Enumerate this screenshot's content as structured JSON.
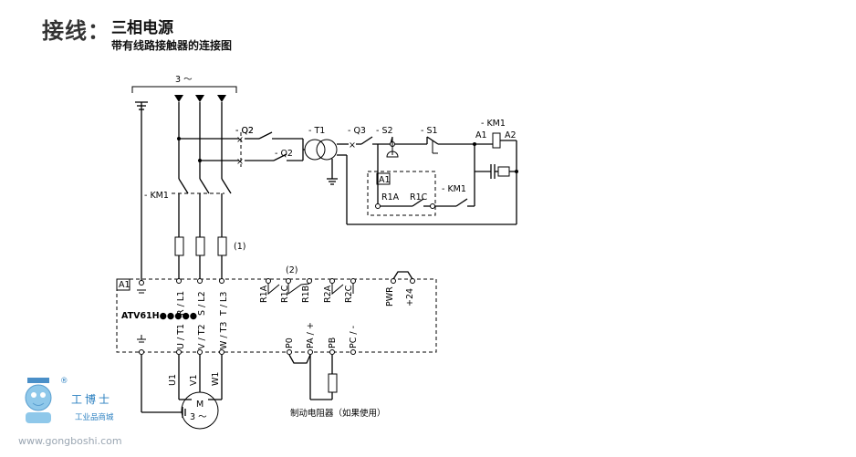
{
  "header": {
    "main": "接线：",
    "sub": "三相电源",
    "subtitle": "带有线路接触器的连接图"
  },
  "diagram": {
    "supply": "3 ～",
    "q2": "- Q2",
    "q2b": "- Q2",
    "t1": "- T1",
    "q3": "- Q3",
    "s2": "- S2",
    "s1": "- S1",
    "km1_coil": "- KM1",
    "a1": "A1",
    "a2": "A2",
    "km1_main": "- KM1",
    "km1_aux": "- KM1",
    "relay_box": "A1",
    "r1a_box": "R1A",
    "r1c_box": "R1C",
    "note1": "(1)",
    "note2": "(2)",
    "drive_box": "A1",
    "drive_model": "ATV61H●●●●●",
    "terminals_top": [
      "R / L1",
      "S / L2",
      "T / L3"
    ],
    "relay_terms": [
      "R1A",
      "R1C",
      "R1B",
      "R2A",
      "R2C"
    ],
    "power_terms": [
      "PWR",
      "+24"
    ],
    "terminals_bottom": [
      "U / T1",
      "V / T2",
      "W / T3"
    ],
    "brake_terms": [
      "P0",
      "PA / +",
      "PB",
      "PC / -"
    ],
    "motor_wires": [
      "U1",
      "V1",
      "W1"
    ],
    "motor_m": "M",
    "motor_phase": "3 ～",
    "brake_resistor": "制动电阻器（如果使用）"
  },
  "watermark": {
    "brand": "工博士",
    "tagline": "工业品商城",
    "reg": "®",
    "url": "www.gongboshi.com"
  }
}
